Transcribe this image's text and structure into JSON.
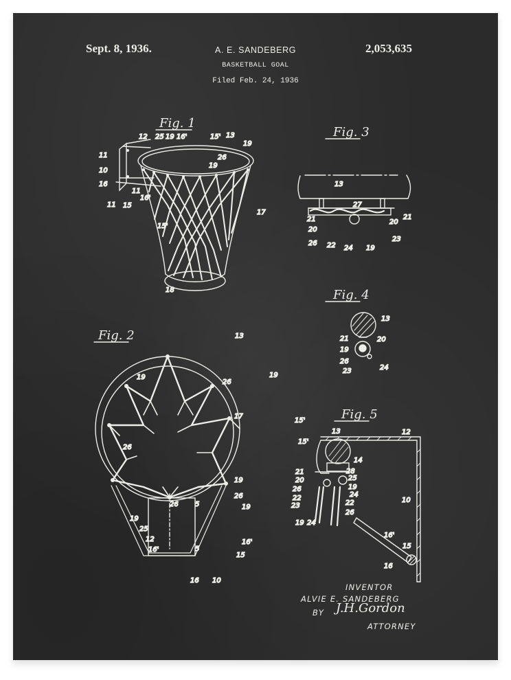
{
  "header": {
    "date": "Sept. 8, 1936.",
    "inventor_name": "A. E. SANDEBERG",
    "title": "BASKETBALL GOAL",
    "filed": "Filed Feb. 24, 1936",
    "patent_number": "2,053,635"
  },
  "figures": {
    "fig1": {
      "label": "Fig. 1",
      "refs": [
        "12",
        "25",
        "19",
        "16'",
        "15'",
        "13",
        "19",
        "11",
        "10",
        "16",
        "11",
        "15",
        "11",
        "16'",
        "26",
        "19",
        "15'",
        "17",
        "18"
      ]
    },
    "fig2": {
      "label": "Fig. 2",
      "refs": [
        "13",
        "19",
        "19",
        "26",
        "17",
        "26",
        "15'",
        "19",
        "26",
        "5",
        "26",
        "19",
        "19",
        "25",
        "12",
        "16'",
        "5",
        "16'",
        "15",
        "16",
        "10",
        "26"
      ]
    },
    "fig3": {
      "label": "Fig. 3",
      "refs": [
        "13",
        "27",
        "21",
        "21",
        "20",
        "20",
        "26",
        "22",
        "24",
        "19",
        "23"
      ]
    },
    "fig4": {
      "label": "Fig. 4",
      "refs": [
        "13",
        "21",
        "20",
        "19",
        "26",
        "23",
        "24"
      ]
    },
    "fig5": {
      "label": "Fig. 5",
      "refs": [
        "13",
        "12",
        "14",
        "28",
        "21",
        "25",
        "20",
        "19",
        "26",
        "24",
        "22",
        "23",
        "22",
        "26",
        "10",
        "19",
        "24",
        "16'",
        "15",
        "16",
        "15'"
      ]
    }
  },
  "signature": {
    "inventor_label": "INVENTOR",
    "inventor_name": "ALVIE E. SANDEBERG",
    "by": "BY",
    "attorney_signature": "J.H.Gordon",
    "attorney_label": "ATTORNEY"
  },
  "colors": {
    "board": "#2b2b2b",
    "chalk": "#eeeee8",
    "frame": "#ffffff"
  }
}
